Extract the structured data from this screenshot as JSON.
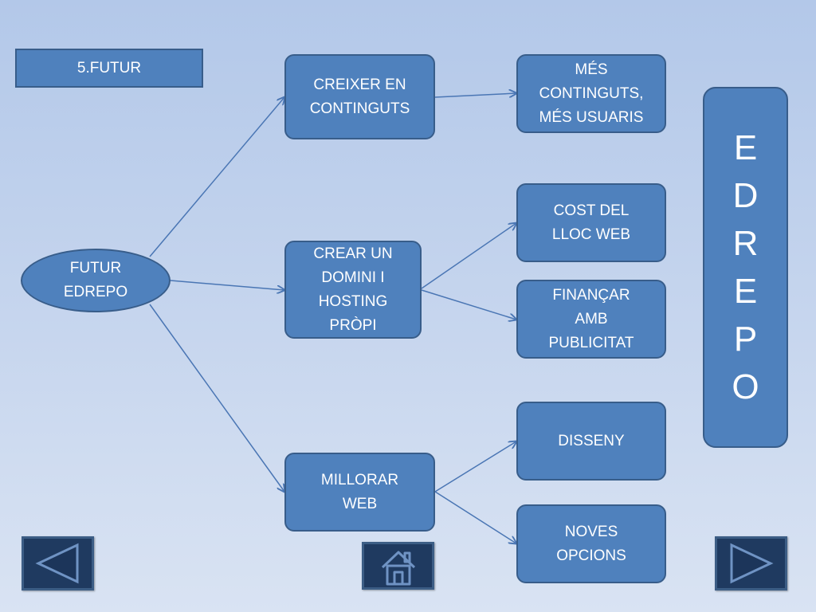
{
  "title": "5.FUTUR",
  "root": "FUTUR\nEDREPO",
  "branches": [
    {
      "label": "CREIXER EN\nCONTINGUTS",
      "children": [
        "MÉS\nCONTINGUTS,\nMÉS USUARIS"
      ]
    },
    {
      "label": "CREAR UN\nDOMINI I\nHOSTING\nPRÒPI",
      "children": [
        "COST DEL\nLLOC WEB",
        "FINANÇAR\nAMB\nPUBLICITAT"
      ]
    },
    {
      "label": "MILLORAR\nWEB",
      "children": [
        "DISSENY",
        "NOVES\nOPCIONS"
      ]
    }
  ],
  "vertical_text": [
    "E",
    "D",
    "R",
    "E",
    "P",
    "O"
  ],
  "navigation": {
    "back_icon": "triangle-left-icon",
    "home_icon": "house-icon",
    "forward_icon": "triangle-right-icon"
  },
  "colors": {
    "box_fill": "#4f81bd",
    "box_border": "#385d8a",
    "connector": "#4a76b4",
    "nav_fill": "#1f3a60",
    "background": "#b3c8e9"
  }
}
